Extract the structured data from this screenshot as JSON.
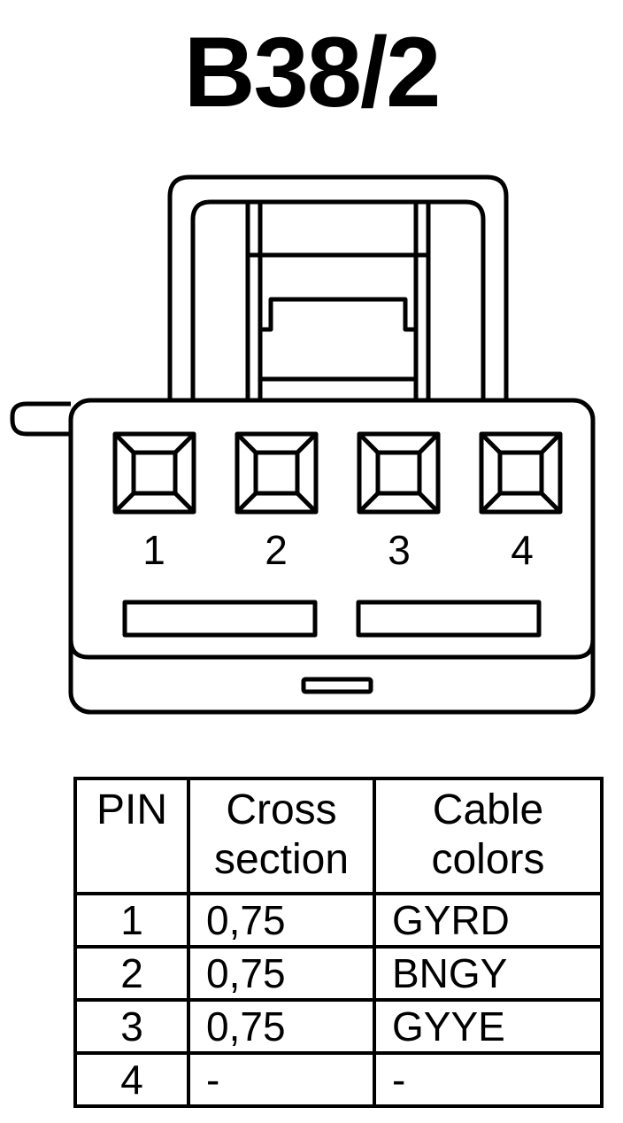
{
  "title": "B38/2",
  "connector": {
    "pin_labels": [
      "1",
      "2",
      "3",
      "4"
    ]
  },
  "table": {
    "headers": {
      "pin": "PIN",
      "cross_section": [
        "Cross",
        "section"
      ],
      "cable_colors": [
        "Cable",
        "colors"
      ]
    },
    "rows": [
      {
        "pin": "1",
        "cross_section": "0,75",
        "cable_color": "GYRD"
      },
      {
        "pin": "2",
        "cross_section": "0,75",
        "cable_color": "BNGY"
      },
      {
        "pin": "3",
        "cross_section": "0,75",
        "cable_color": "GYYE"
      },
      {
        "pin": "4",
        "cross_section": "-",
        "cable_color": "-"
      }
    ]
  }
}
